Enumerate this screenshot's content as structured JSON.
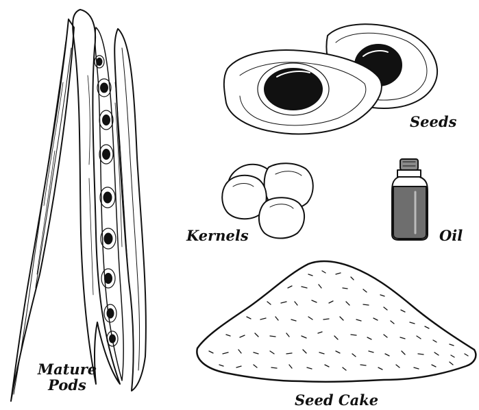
{
  "labels": {
    "seeds": "Seeds",
    "kernels": "Kernels",
    "oil": "Oil",
    "pods_line1": "Mature",
    "pods_line2": "Pods",
    "seed_cake": "Seed Cake"
  },
  "colors": {
    "ink": "#111111",
    "background": "#ffffff",
    "oil_fill": "#6e6e6e",
    "cap_fill": "#8a8a8a"
  },
  "icons": {
    "pods": "moringa-pods-icon",
    "seeds": "winged-seeds-icon",
    "kernels": "kernels-icon",
    "oil": "oil-bottle-icon",
    "cake": "seed-cake-pile-icon"
  }
}
